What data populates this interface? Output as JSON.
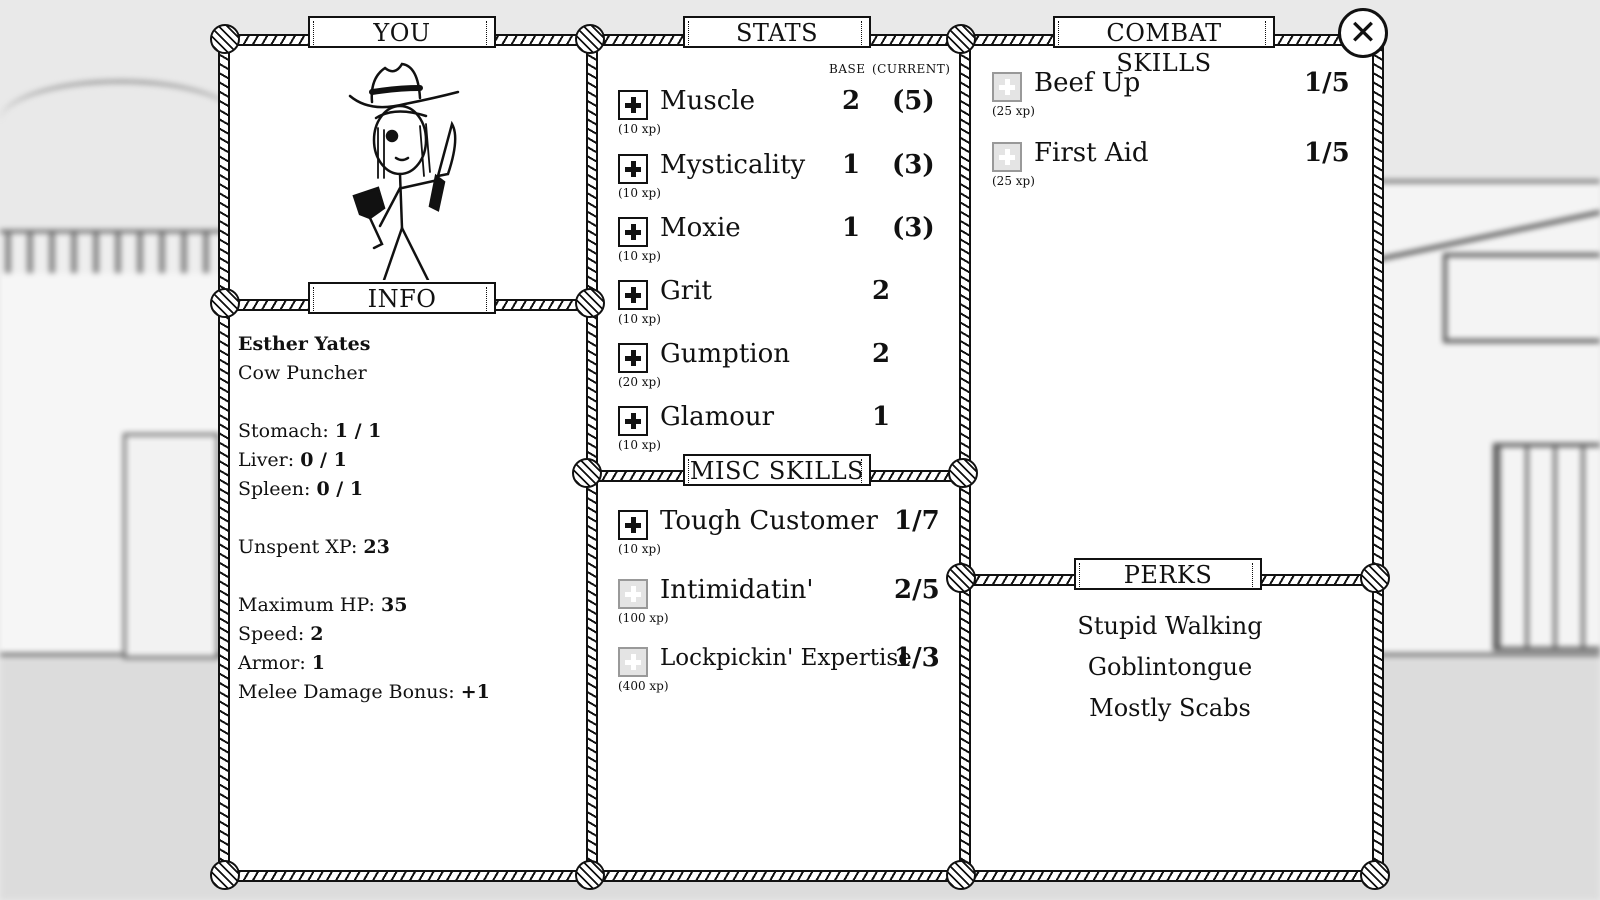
{
  "headers": {
    "you": "YOU",
    "info": "INFO",
    "stats": "STATS",
    "misc_skills": "MISC SKILLS",
    "combat_skills": "COMBAT SKILLS",
    "perks": "PERKS"
  },
  "close_label": "✕",
  "info": {
    "name": "Esther Yates",
    "title": "Cow Puncher",
    "stomach_label": "Stomach:",
    "stomach": "1 / 1",
    "liver_label": "Liver:",
    "liver": "0 / 1",
    "spleen_label": "Spleen:",
    "spleen": "0 / 1",
    "unspent_label": "Unspent XP:",
    "unspent": "23",
    "hp_label": "Maximum HP:",
    "hp": "35",
    "speed_label": "Speed:",
    "speed": "2",
    "armor_label": "Armor:",
    "armor": "1",
    "melee_label": "Melee Damage Bonus:",
    "melee": "+1"
  },
  "stats": {
    "base_header": "BASE",
    "current_header": "(CURRENT)",
    "items": [
      {
        "name": "Muscle",
        "cost": "(10 xp)",
        "base": "2",
        "current": "(5)"
      },
      {
        "name": "Mysticality",
        "cost": "(10 xp)",
        "base": "1",
        "current": "(3)"
      },
      {
        "name": "Moxie",
        "cost": "(10 xp)",
        "base": "1",
        "current": "(3)"
      },
      {
        "name": "Grit",
        "cost": "(10 xp)",
        "base": "2",
        "current": ""
      },
      {
        "name": "Gumption",
        "cost": "(20 xp)",
        "base": "2",
        "current": ""
      },
      {
        "name": "Glamour",
        "cost": "(10 xp)",
        "base": "1",
        "current": ""
      }
    ]
  },
  "misc_skills": [
    {
      "name": "Tough Customer",
      "cost": "(10 xp)",
      "level": "1/7"
    },
    {
      "name": "Intimidatin'",
      "cost": "(100 xp)",
      "level": "2/5"
    },
    {
      "name": "Lockpickin' Expertise",
      "cost": "(400 xp)",
      "level": "1/3"
    }
  ],
  "combat_skills": [
    {
      "name": "Beef Up",
      "cost": "(25 xp)",
      "level": "1/5"
    },
    {
      "name": "First Aid",
      "cost": "(25 xp)",
      "level": "1/5"
    }
  ],
  "perks": [
    "Stupid Walking",
    "Goblintongue",
    "Mostly Scabs"
  ]
}
